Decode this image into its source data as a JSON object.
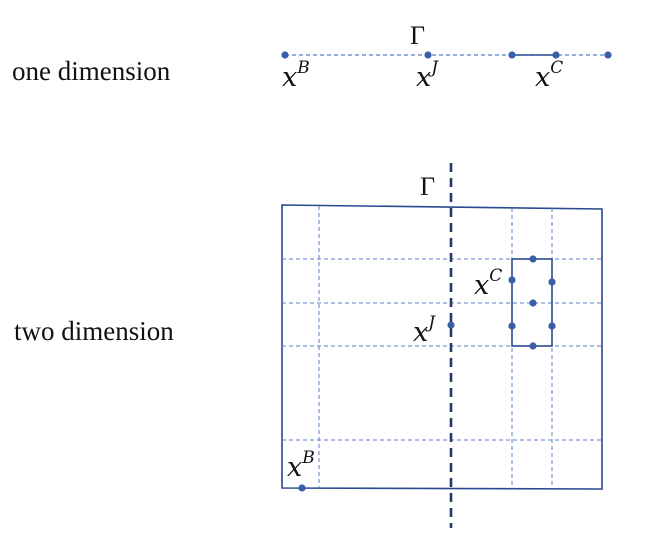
{
  "labels": {
    "one_dimension": "one dimension",
    "two_dimension": "two dimension"
  },
  "symbols": {
    "gamma": "Γ",
    "x": "x",
    "sup_B": "B",
    "sup_J": "J",
    "sup_C": "C"
  },
  "colors": {
    "line": "#2a4a8f",
    "dashed_grid": "#5b7fc4",
    "point": "#3a5ea8",
    "interface": "#1f3a6b",
    "text": "#111111"
  }
}
